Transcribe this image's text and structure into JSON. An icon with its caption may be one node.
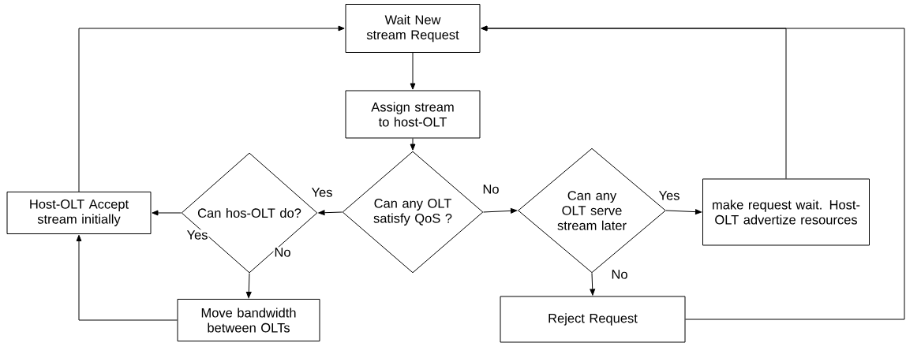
{
  "diagram": {
    "nodes": [
      {
        "text": [
          "Wait New stream Request"
        ]
      },
      {
        "text": [
          "Assign stream to host-OLT"
        ]
      },
      {
        "text": [
          "Can any OLT satisfy QoS ?"
        ]
      },
      {
        "text": [
          "Can hos-OLT do?"
        ]
      },
      {
        "text": [
          "Host-OLT Accept stream initially"
        ]
      },
      {
        "text": [
          "Move bandwidth between OLTs"
        ]
      },
      {
        "text": [
          "Can any OLT serve stream later"
        ]
      },
      {
        "text": [
          "make request wait. Host-OLT advertize resources"
        ]
      },
      {
        "text": [
          "Reject Request"
        ]
      }
    ],
    "edges": [
      {
        "from": 0,
        "to": 1,
        "arrow": "to"
      },
      {
        "from": 1,
        "to": 2,
        "arrow": "to"
      },
      {
        "from": 2,
        "to": 3,
        "arrow": "to",
        "label": "Yes"
      },
      {
        "from": 2,
        "to": 6,
        "arrow": "to",
        "label": "No"
      },
      {
        "from": 3,
        "to": 4,
        "arrow": "to",
        "label": "Yes"
      },
      {
        "from": 3,
        "to": 5,
        "arrow": "to",
        "label": "No"
      },
      {
        "from": 5,
        "to": 4,
        "arrow": "to"
      },
      {
        "from": 4,
        "to": 0,
        "arrow": "to"
      },
      {
        "from": 6,
        "to": 7,
        "arrow": "to",
        "label": "Yes"
      },
      {
        "from": 6,
        "to": 8,
        "arrow": "to",
        "label": "No"
      },
      {
        "from": 7,
        "to": 0,
        "arrow": "to"
      },
      {
        "from": 8,
        "to": 0,
        "arrow": "to"
      }
    ]
  }
}
